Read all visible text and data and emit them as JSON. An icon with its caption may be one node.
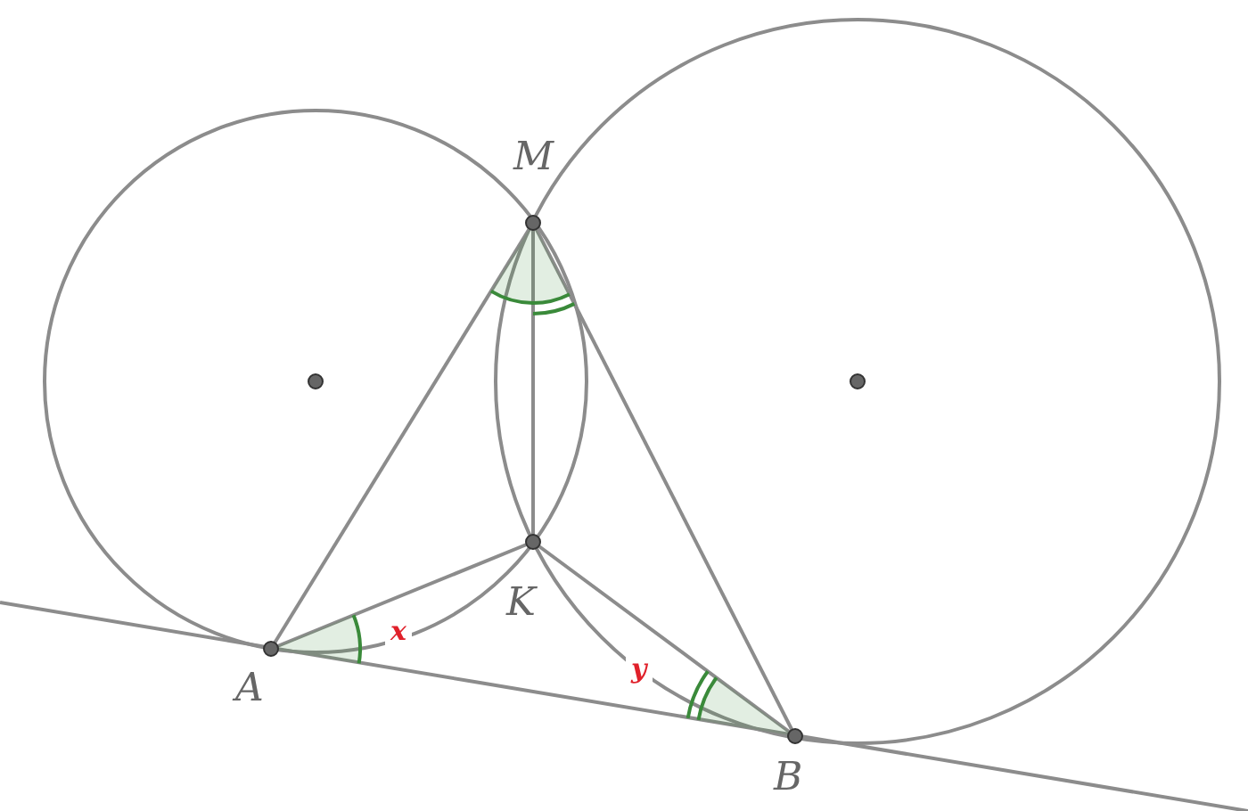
{
  "diagram": {
    "labels": [
      "M",
      "K",
      "A",
      "B",
      "x",
      "y"
    ]
  }
}
